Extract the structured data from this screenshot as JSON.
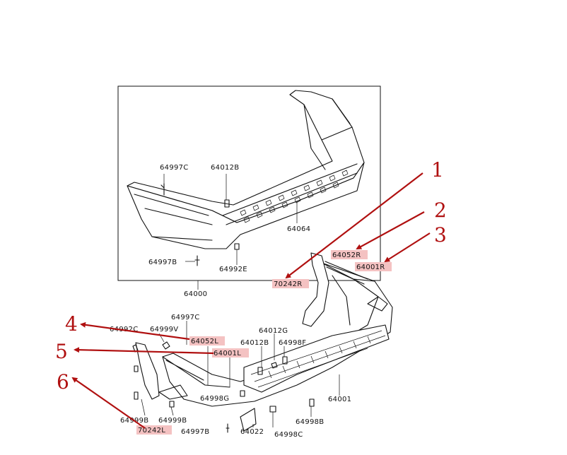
{
  "diagram": {
    "part_numbers": {
      "p64997C_top": "64997C",
      "p64012B_top": "64012B",
      "p64064": "64064",
      "p64997B_top": "64997B",
      "p64992E": "64992E",
      "p64000": "64000",
      "p64052R": "64052R",
      "p64001R": "64001R",
      "p70242R": "70242R",
      "p64997C_bot": "64997C",
      "p64992C": "64992C",
      "p64999V": "64999V",
      "p64052L": "64052L",
      "p64001L": "64001L",
      "p64012G": "64012G",
      "p64012B_bot": "64012B",
      "p64998F": "64998F",
      "p64998G": "64998G",
      "p64001": "64001",
      "p64999B_a": "64999B",
      "p64999B_b": "64999B",
      "p70242L": "70242L",
      "p64997B_bot": "64997B",
      "p64022": "64022",
      "p64998B": "64998B",
      "p64998C": "64998C"
    },
    "callouts": {
      "c1": "1",
      "c2": "2",
      "c3": "3",
      "c4": "4",
      "c5": "5",
      "c6": "6"
    },
    "highlight_color": "#f4c2c2",
    "arrow_color": "#b01010"
  }
}
